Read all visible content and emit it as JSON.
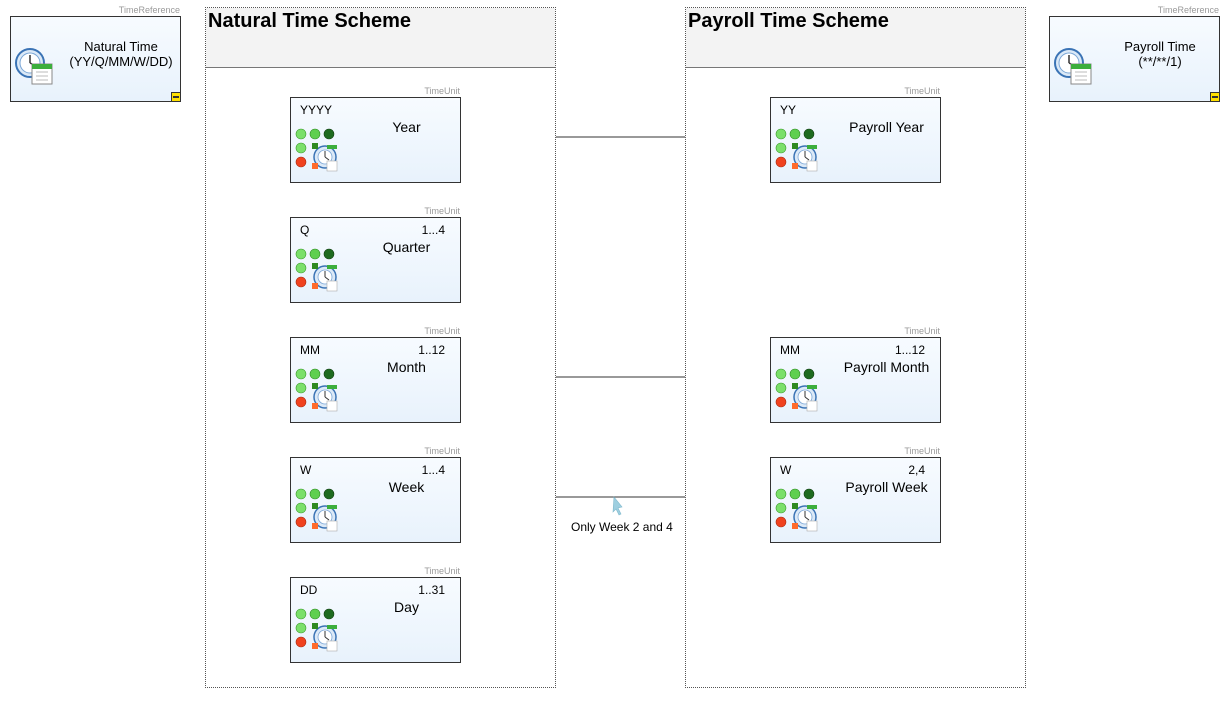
{
  "stereotypes": {
    "time_reference": "TimeReference",
    "time_unit": "TimeUnit"
  },
  "references": {
    "natural": {
      "line1": "Natural Time",
      "line2": "(YY/Q/MM/W/DD)"
    },
    "payroll": {
      "line1": "Payroll Time",
      "line2": "(**/**/1)"
    }
  },
  "schemes": {
    "natural": {
      "title": "Natural Time Scheme"
    },
    "payroll": {
      "title": "Payroll Time Scheme"
    }
  },
  "natural_units": [
    {
      "abbr": "YYYY",
      "name": "Year",
      "range": ""
    },
    {
      "abbr": "Q",
      "name": "Quarter",
      "range": "1...4"
    },
    {
      "abbr": "MM",
      "name": "Month",
      "range": "1..12"
    },
    {
      "abbr": "W",
      "name": "Week",
      "range": "1...4"
    },
    {
      "abbr": "DD",
      "name": "Day",
      "range": "1..31"
    }
  ],
  "payroll_units": [
    {
      "abbr": "YY",
      "name": "Payroll Year",
      "range": ""
    },
    {
      "abbr": "MM",
      "name": "Payroll Month",
      "range": "1...12"
    },
    {
      "abbr": "W",
      "name": "Payroll Week",
      "range": "2,4"
    }
  ],
  "annotations": {
    "week_mapping": "Only Week 2 and 4"
  },
  "colors": {
    "unit_fill": "#eef5fd",
    "header_fill": "#f3f3f3",
    "collapse_marker": "#ffe000",
    "note_arrow": "#9ecfe0"
  },
  "icons": {
    "unit_glyph": "time-unit-icon-cluster",
    "reference_glyph": "clock-calendar-icon",
    "collapse_glyph": "collapse-icon"
  }
}
